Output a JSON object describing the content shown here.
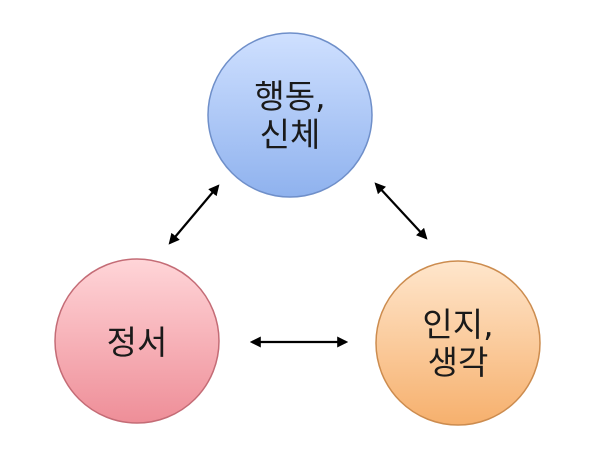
{
  "nodes": {
    "behavior": {
      "lines": [
        "행동,",
        "신체"
      ],
      "color_top": "#cfe0ff",
      "color_bottom": "#8fb2ee",
      "stroke": "#6f8fc9"
    },
    "emotion": {
      "lines": [
        "정서"
      ],
      "color_top": "#ffd5d8",
      "color_bottom": "#ee8e98",
      "stroke": "#c46c76"
    },
    "cognition": {
      "lines": [
        "인지,",
        "생각"
      ],
      "color_top": "#ffe6cc",
      "color_bottom": "#f6b06d",
      "stroke": "#cc8c4f"
    }
  },
  "arrow_color": "#000000"
}
